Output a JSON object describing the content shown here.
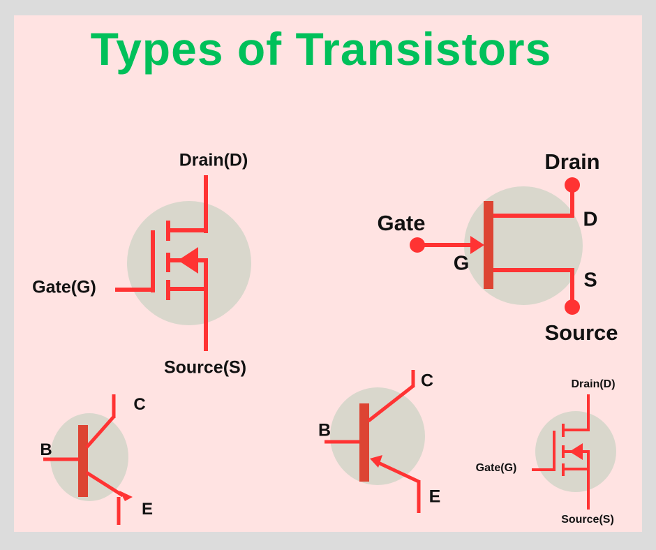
{
  "title": "Types of Transistors",
  "colors": {
    "title": "#00c05a",
    "wire": "#ff3333",
    "bar": "#dd4433",
    "body": "#d9d7cc",
    "background": "#ffe3e2",
    "frame": "#dcdcdc"
  },
  "mosfet_large": {
    "drain": "Drain(D)",
    "gate": "Gate(G)",
    "source": "Source(S)"
  },
  "jfet": {
    "drain": "Drain",
    "gate": "Gate",
    "source": "Source",
    "d": "D",
    "g": "G",
    "s": "S"
  },
  "npn": {
    "base": "B",
    "collector": "C",
    "emitter": "E"
  },
  "pnp": {
    "base": "B",
    "collector": "C",
    "emitter": "E"
  },
  "mosfet_small": {
    "drain": "Drain(D)",
    "gate": "Gate(G)",
    "source": "Source(S)"
  }
}
